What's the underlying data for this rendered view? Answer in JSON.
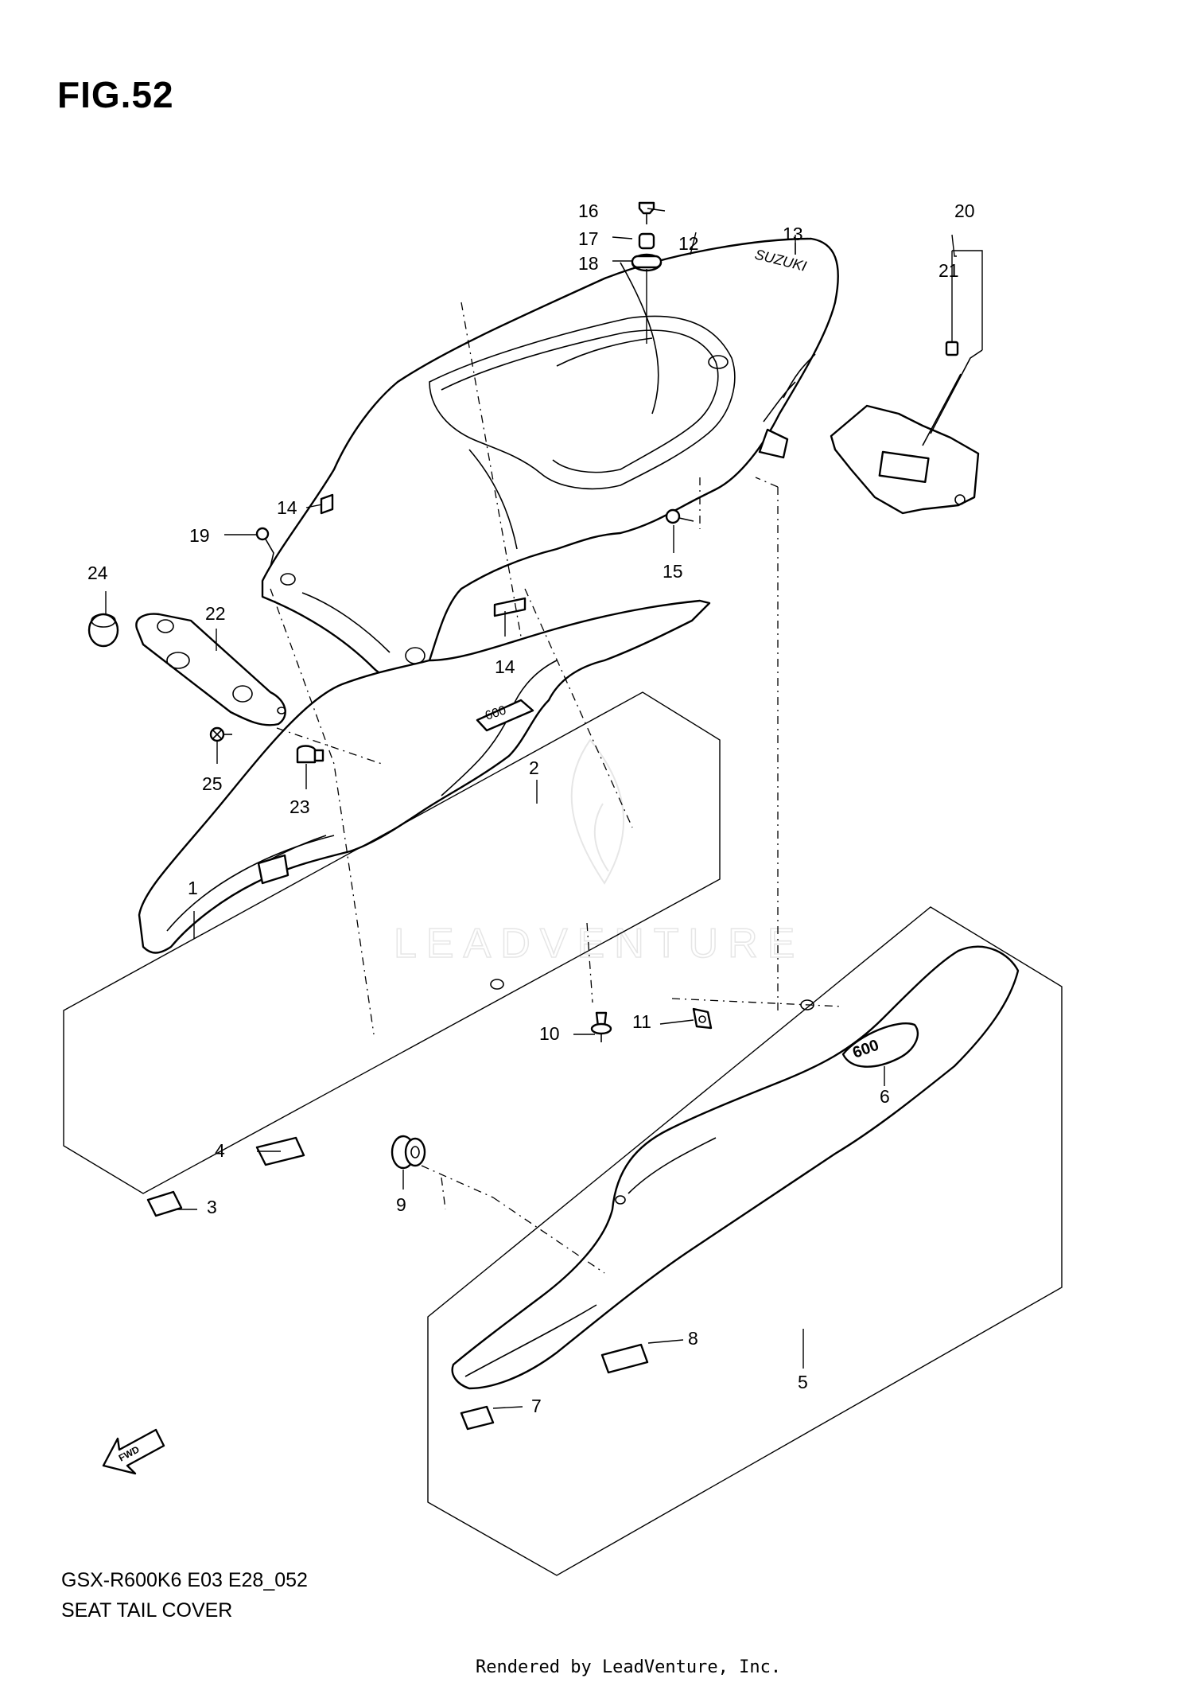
{
  "figure": {
    "title": "FIG.52",
    "model_code": "GSX-R600K6 E03 E28_052",
    "name": "SEAT TAIL COVER",
    "rendered_by": "Rendered by LeadVenture, Inc.",
    "watermark": "LEADVENTURE"
  },
  "brand_marks": {
    "tail_logo": "SUZUKI",
    "side_emblem": "600",
    "fwd_arrow": "FWD"
  },
  "callouts": [
    "1",
    "2",
    "3",
    "4",
    "5",
    "6",
    "7",
    "8",
    "9",
    "10",
    "11",
    "12",
    "13",
    "14",
    "14",
    "15",
    "16",
    "17",
    "18",
    "19",
    "20",
    "21",
    "22",
    "23",
    "24",
    "25"
  ]
}
